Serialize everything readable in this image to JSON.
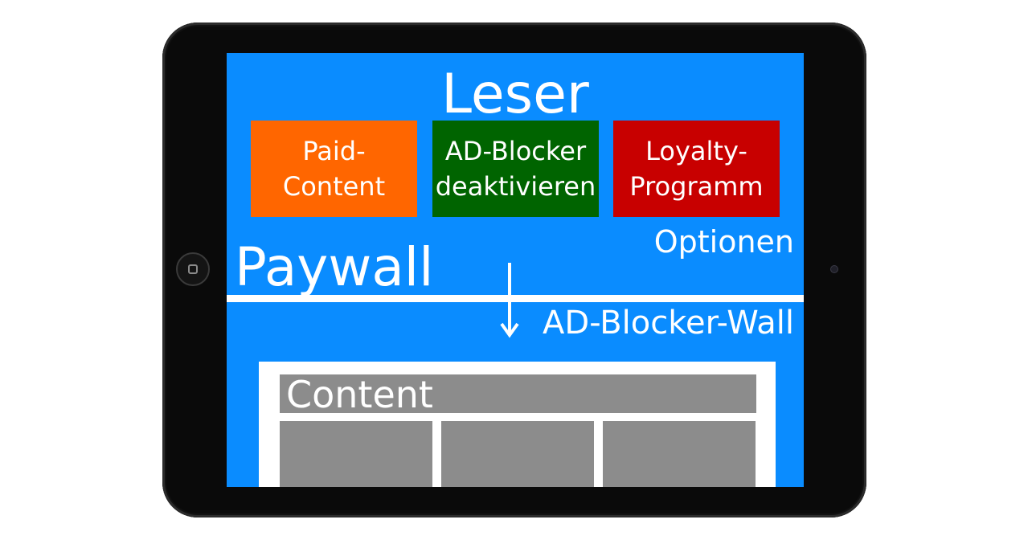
{
  "title": "Leser",
  "boxes": [
    {
      "line1": "Paid-",
      "line2": "Content",
      "color": "#ff6600"
    },
    {
      "line1": "AD-Blocker",
      "line2": "deaktivieren",
      "color": "#006400"
    },
    {
      "line1": "Loyalty-",
      "line2": "Programm",
      "color": "#c80000"
    }
  ],
  "options_label": "Optionen",
  "paywall_label": "Paywall",
  "adblocker_wall_label": "AD-Blocker-Wall",
  "content_label": "Content",
  "colors": {
    "screen_bg": "#0a8cff",
    "content_gray": "#8c8c8c",
    "device": "#0a0a0a"
  },
  "icons": [
    "arrow-down-icon",
    "home-button-icon",
    "camera-icon"
  ]
}
